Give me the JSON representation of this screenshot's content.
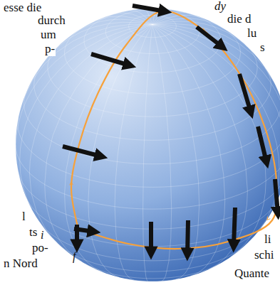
{
  "diagram": {
    "labels": [
      "dy",
      "esse die",
      "durch",
      "um",
      "p-",
      "die d",
      "lu",
      "s",
      "l",
      "ts",
      "po-",
      "n Nord",
      "li",
      "schi",
      "Quante",
      "i",
      "f"
    ]
  }
}
